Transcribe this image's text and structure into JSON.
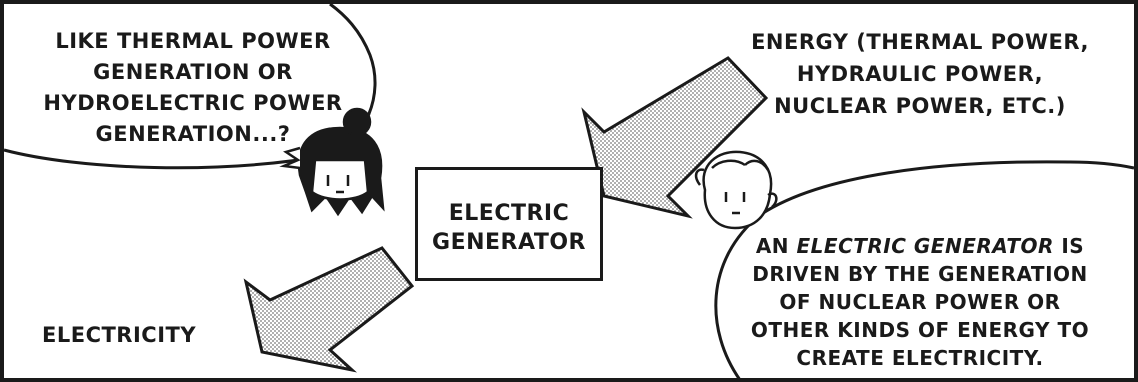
{
  "speech_left": {
    "lines": [
      "LIKE THERMAL POWER",
      "GENERATION OR",
      "HYDROELECTRIC POWER",
      "GENERATION...?"
    ]
  },
  "energy_label": {
    "lines": [
      "ENERGY (THERMAL POWER,",
      "HYDRAULIC POWER,",
      "NUCLEAR POWER, ETC.)"
    ]
  },
  "generator": {
    "lines": [
      "ELECTRIC",
      "GENERATOR"
    ]
  },
  "electricity_label": "ELECTRICITY",
  "speech_right": {
    "line1_prefix": "AN ",
    "line1_emphasis": "ELECTRIC GENERATOR",
    "line1_suffix": " IS",
    "lines": [
      "DRIVEN BY THE GENERATION",
      "OF NUCLEAR POWER OR",
      "OTHER KINDS OF ENERGY TO",
      "CREATE ELECTRICITY."
    ]
  },
  "colors": {
    "ink": "#1a1a1a",
    "paper": "#ffffff",
    "screentone": "#9a9a9a"
  }
}
